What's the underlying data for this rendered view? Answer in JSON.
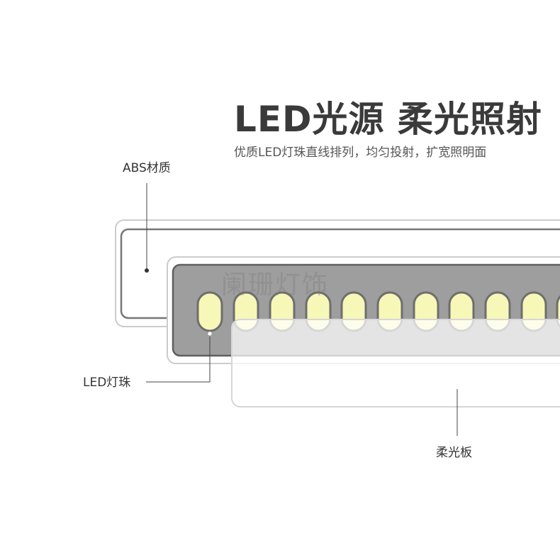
{
  "header": {
    "title": "LED光源 柔光照射",
    "subtitle": "优质LED灯珠直线排列，均匀投射，扩宽照明面"
  },
  "labels": {
    "abs": "ABS材质",
    "led": "LED灯珠",
    "diffuser": "柔光板"
  },
  "watermark": "阑珊灯饰",
  "colors": {
    "title": "#3a3a3a",
    "led_fill": "#f7f7b8",
    "led_outline": "#6e6e6e",
    "led_base": "#9e9e9e",
    "shell_outline": "#777777"
  }
}
